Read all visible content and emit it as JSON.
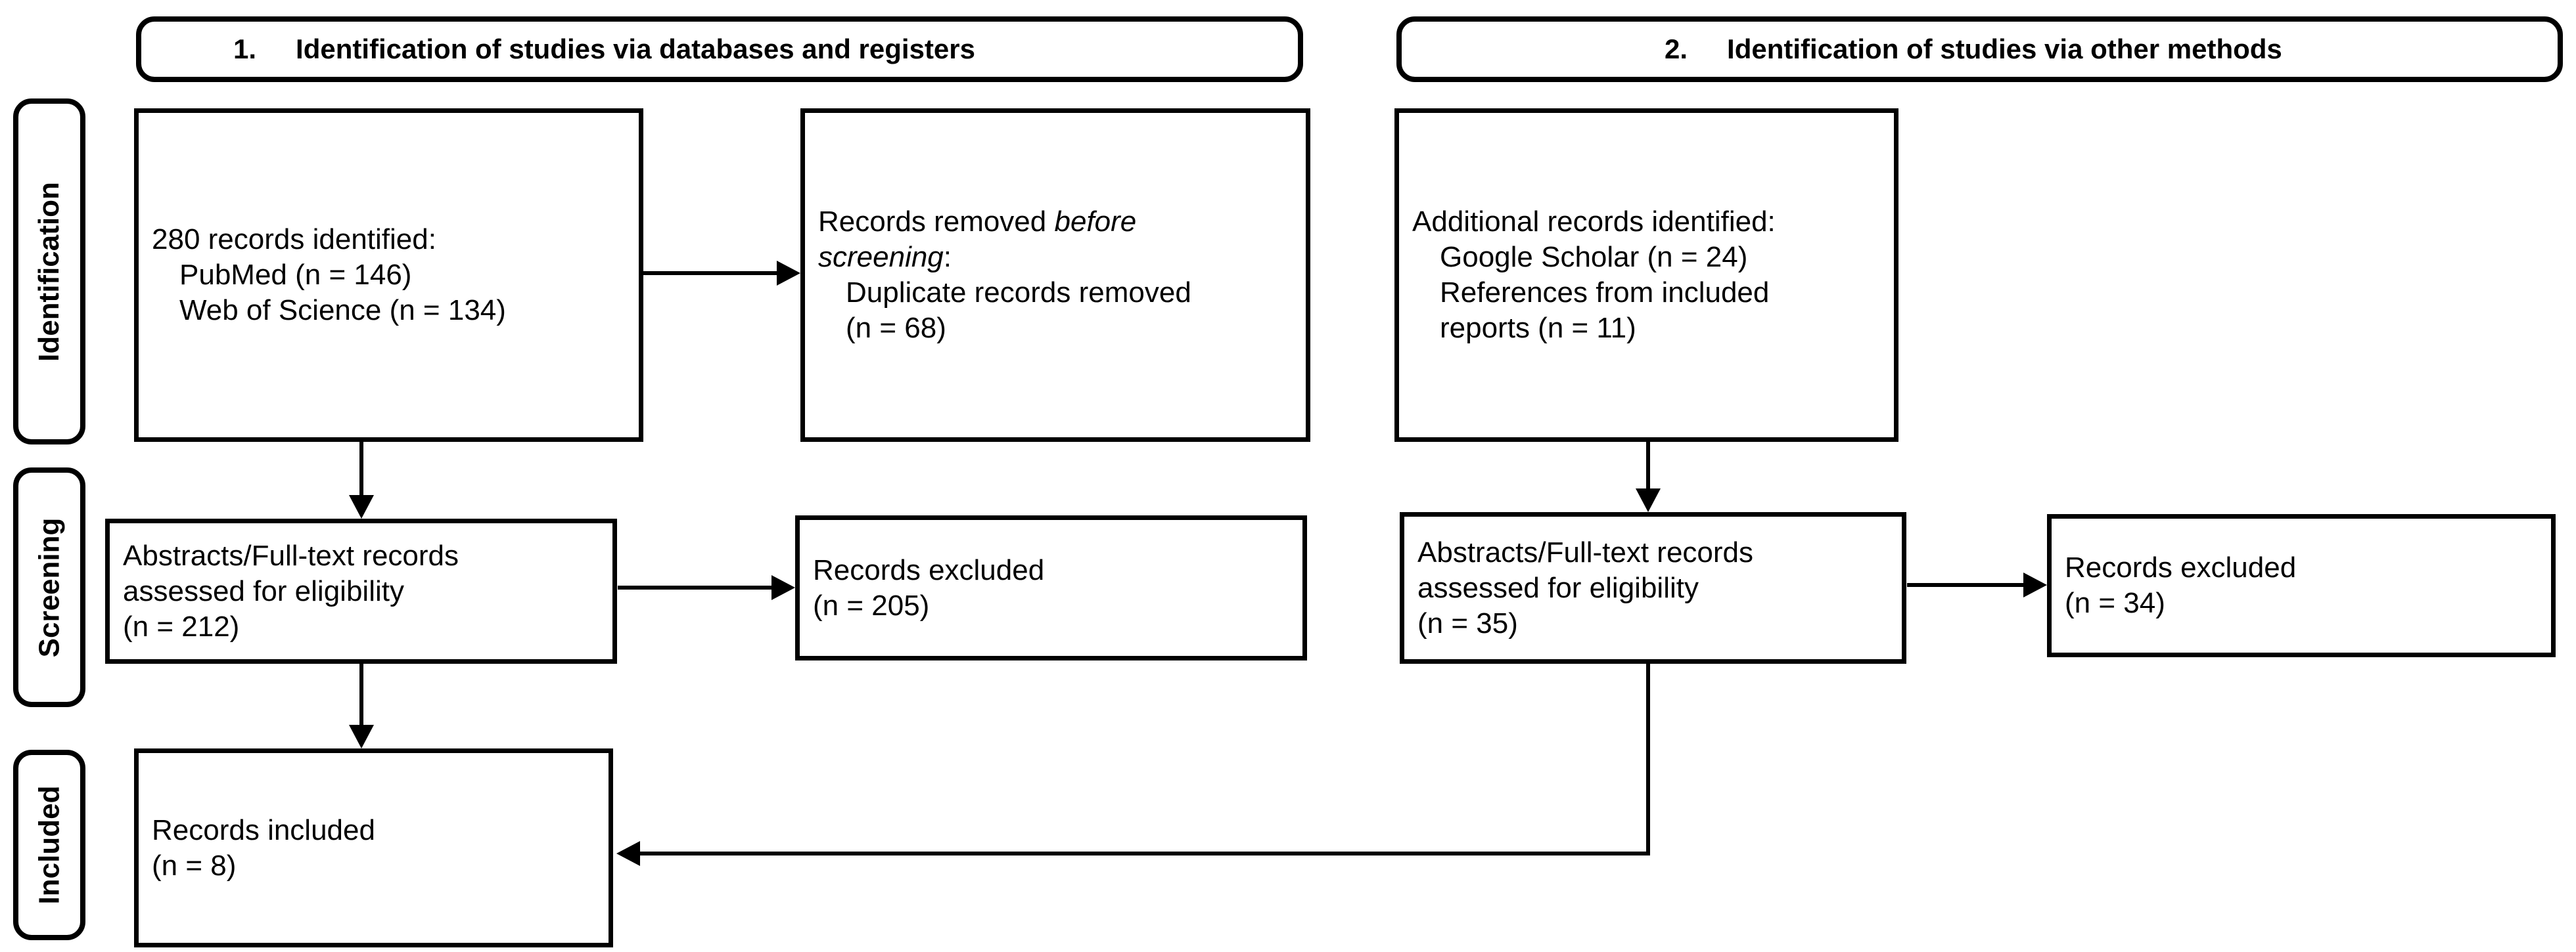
{
  "diagram": {
    "type": "PRISMA flow diagram",
    "colors": {
      "line": "#000000",
      "background": "#ffffff",
      "text": "#000000"
    },
    "headers": {
      "databases": {
        "number": "1.",
        "label": "Identification of studies via databases and registers"
      },
      "other": {
        "number": "2.",
        "label": "Identification of studies via other methods"
      }
    },
    "stages": {
      "identification": "Identification",
      "screening": "Screening",
      "included": "Included"
    },
    "boxes": {
      "records_identified": {
        "title": "280 records identified:",
        "item1": "PubMed (n = 146)",
        "item2": "Web of Science (n = 134)"
      },
      "records_removed": {
        "line1_regular": "Records removed ",
        "line1_italic": "before",
        "line2_italic": "screening",
        "line2_regular": ":",
        "item1": "Duplicate records removed",
        "item2": "(n = 68)"
      },
      "additional_records": {
        "title": "Additional records identified:",
        "item1": "Google Scholar (n = 24)",
        "item2": "References from included",
        "item3": "reports (n = 11)"
      },
      "assessed_databases": {
        "line1": "Abstracts/Full-text records",
        "line2": "assessed for eligibility",
        "line3": "(n = 212)"
      },
      "excluded_databases": {
        "line1": "Records excluded",
        "line2": "(n = 205)"
      },
      "assessed_other": {
        "line1": "Abstracts/Full-text records",
        "line2": "assessed for eligibility",
        "line3": "(n = 35)"
      },
      "excluded_other": {
        "line1": "Records excluded",
        "line2": "(n = 34)"
      },
      "records_included": {
        "line1": "Records included",
        "line2": "(n = 8)"
      }
    }
  }
}
